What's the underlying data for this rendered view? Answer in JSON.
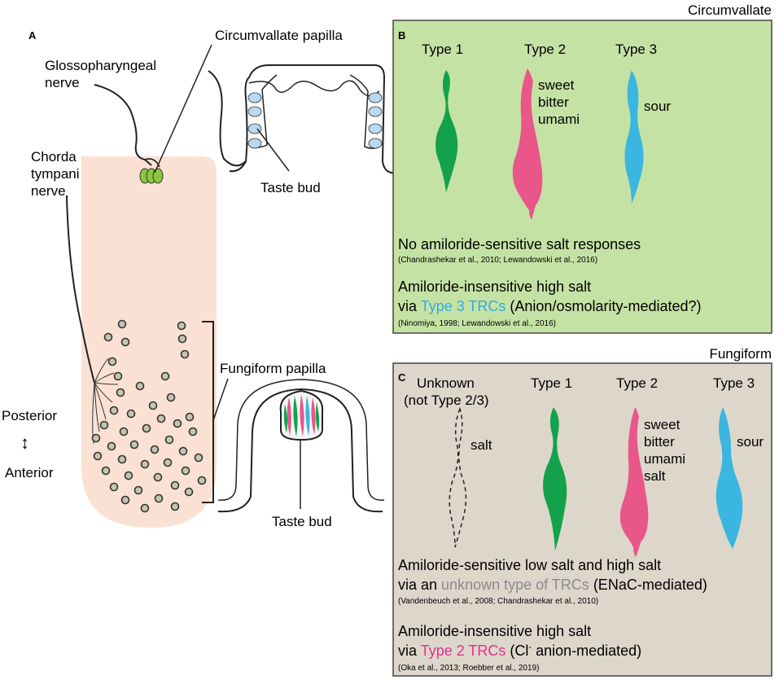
{
  "panelA": {
    "letter": "A",
    "glossopharyngeal": [
      "Glossopharyngeal",
      "nerve"
    ],
    "chorda": [
      "Chorda",
      "tympani",
      "nerve"
    ],
    "circumvallate_papilla": "Circumvallate papilla",
    "taste_bud_top": "Taste bud",
    "fungiform_papilla": "Fungiform papilla",
    "taste_bud_bottom": "Taste bud",
    "posterior": "Posterior",
    "arrow": "↕",
    "anterior": "Anterior"
  },
  "panelB": {
    "header": "Circumvallate",
    "letter": "B",
    "type1": "Type 1",
    "type2": "Type 2",
    "type3": "Type 3",
    "type2_tastes": [
      "sweet",
      "bitter",
      "umami"
    ],
    "type3_taste": "sour",
    "no_amiloride": "No amiloride-sensitive salt responses",
    "ref1": "(Chandrashekar et al., 2010; Lewandowski et al., 2016)",
    "insensitive_line1": "Amiloride-insensitive high salt",
    "via": "via ",
    "type3_trcs": "Type 3 TRCs",
    "mechanism": " (Anion/osmolarity-mediated?)",
    "ref2": "(Ninomiya, 1998; Lewandowski et al., 2016)"
  },
  "panelC": {
    "header": "Fungiform",
    "letter": "C",
    "unknown": "Unknown",
    "not_type": "(not Type 2/3)",
    "type1": "Type 1",
    "type2": "Type 2",
    "type3": "Type 3",
    "unknown_taste": "salt",
    "type2_tastes": [
      "sweet",
      "bitter",
      "umami",
      "salt"
    ],
    "type3_taste": "sour",
    "sensitive_line1": "Amiloride-sensitive low salt and high salt",
    "via_an": "via an ",
    "unknown_trcs": "unknown type of TRCs",
    "enac": " (ENaC-mediated)",
    "ref1": "(Vandenbeuch et al., 2008; Chandrashekar et al., 2010)",
    "insensitive_line1": "Amiloride-insensitive high salt",
    "via": "via ",
    "type2_trcs": "Type 2 TRCs",
    "cl": " (Cl",
    "cl_sup": "-",
    "anion": " anion-mediated)",
    "ref2": "(Oka et al., 2013; Roebber et al., 2019)"
  },
  "colors": {
    "tongue": "#fbe1d3",
    "panelB_bg": "#c5e2a5",
    "panelC_bg": "#ddd7cb",
    "type1": "#13a24b",
    "type2": "#e9568a",
    "type3": "#3ab6e0",
    "unknown_gray": "#8a8a8a",
    "type2_text": "#e2328b",
    "type3_text": "#34a9de",
    "papilla_dot": "#c4c4b1",
    "bud_green": "#8cc63f"
  }
}
